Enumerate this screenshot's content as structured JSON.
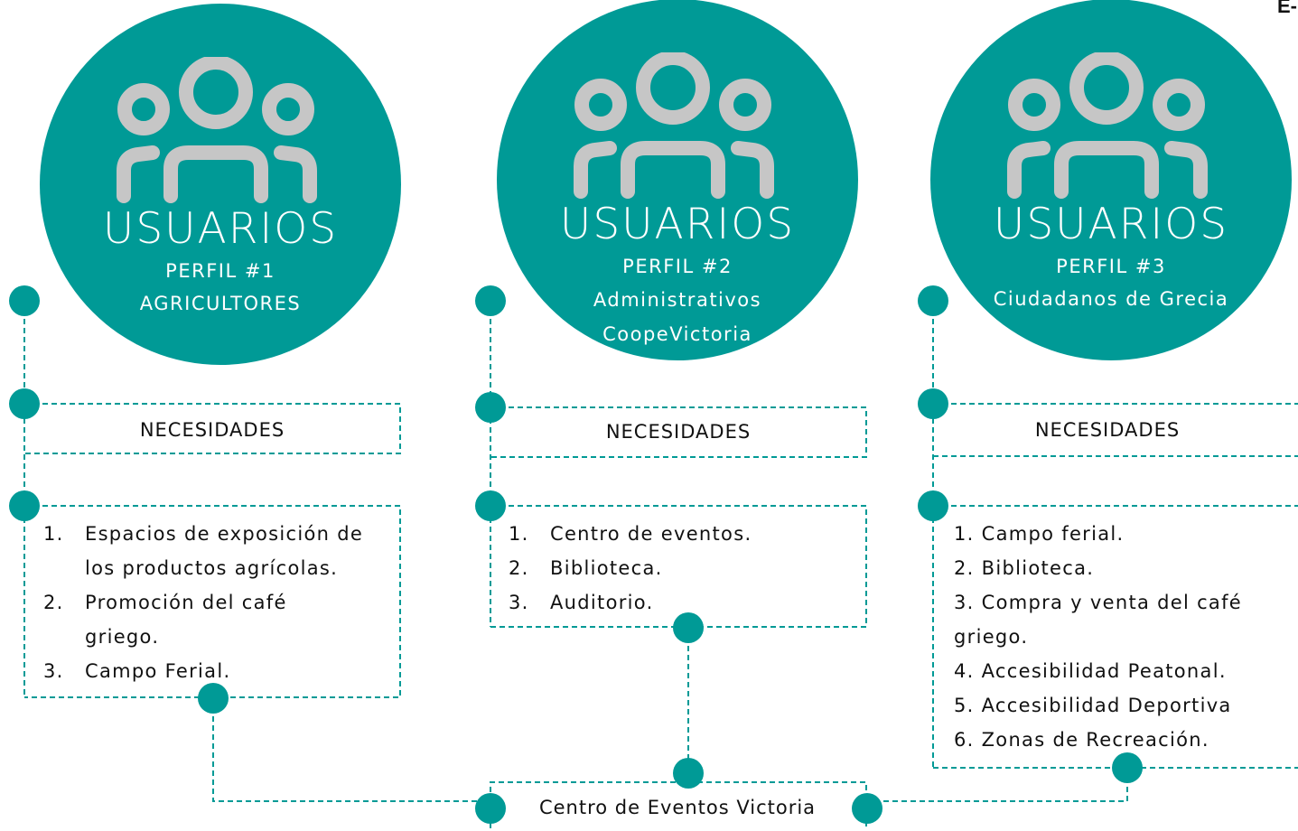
{
  "corner_label": "E-",
  "profiles": [
    {
      "title": "USUARIOS",
      "profile_label": "PERFIL #1",
      "profile_name": "AGRICULTORES",
      "needs_title": "NECESIDADES",
      "needs": [
        {
          "num": "1.",
          "text": "Espacios de exposición de"
        },
        {
          "num": "",
          "text": "los productos agrícolas."
        },
        {
          "num": "2.",
          "text": "Promoción del café"
        },
        {
          "num": "",
          "text": "griego."
        },
        {
          "num": "3.",
          "text": "Campo Ferial."
        }
      ]
    },
    {
      "title": "USUARIOS",
      "profile_label": "PERFIL #2",
      "profile_name_line1": "Administrativos",
      "profile_name_line2": "CoopeVictoria",
      "needs_title": "NECESIDADES",
      "needs": [
        {
          "num": "1.",
          "text": "Centro de eventos."
        },
        {
          "num": "2.",
          "text": "Biblioteca."
        },
        {
          "num": "3.",
          "text": "Auditorio."
        }
      ]
    },
    {
      "title": "USUARIOS",
      "profile_label": "PERFIL #3",
      "profile_name": "Ciudadanos de Grecia",
      "needs_title": "NECESIDADES",
      "needs": [
        "1. Campo ferial.",
        "2. Biblioteca.",
        "3. Compra y venta del café",
        "griego.",
        "4. Accesibilidad Peatonal.",
        "5. Accesibilidad Deportiva",
        "6. Zonas de Recreación."
      ]
    }
  ],
  "center": {
    "label": "Centro de Eventos Victoria"
  },
  "colors": {
    "teal": "#009a96",
    "icon_gray": "#c6c6c6"
  }
}
